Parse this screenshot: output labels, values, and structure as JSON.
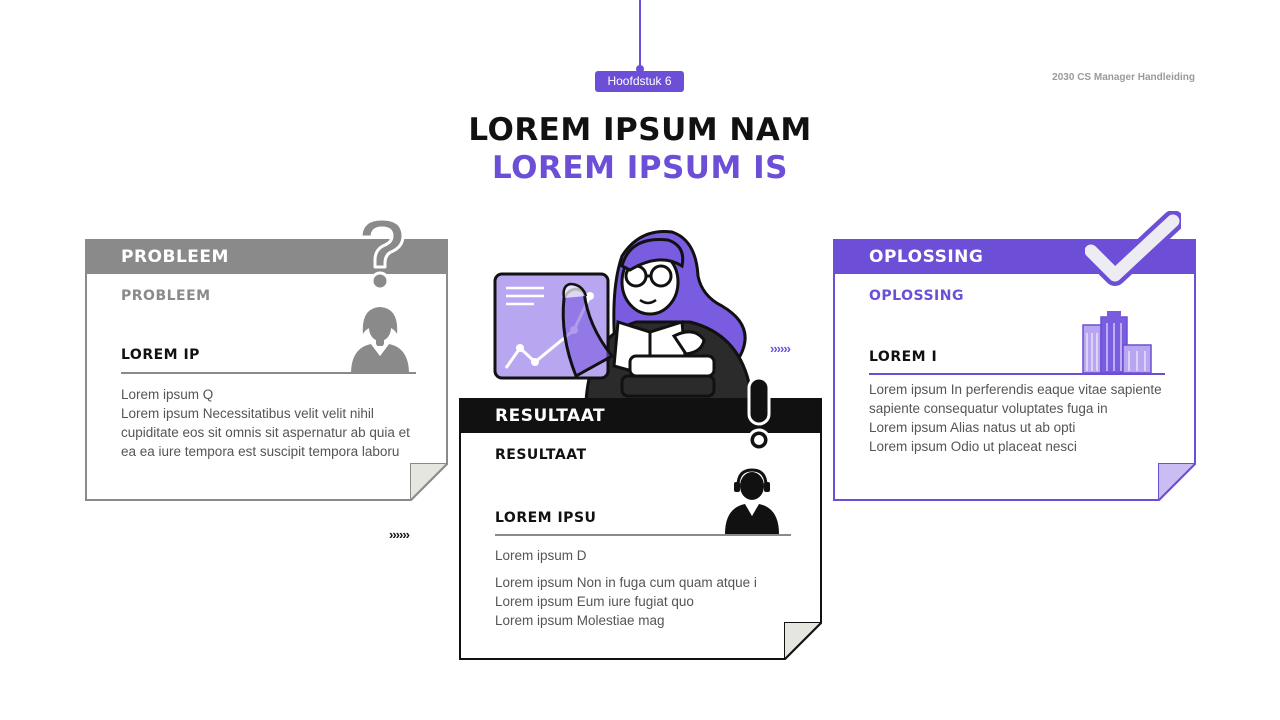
{
  "header": {
    "chapter": "Hoofdstuk 6",
    "doc_title": "2030 CS Manager Handleiding"
  },
  "title": {
    "line1": "LOREM IPSUM NAM",
    "line2": "LOREM IPSUM IS"
  },
  "colors": {
    "accent": "#6c4fd6",
    "gray": "#8a8a8a",
    "dark": "#111111"
  },
  "problem": {
    "header": "PROBLEEM",
    "sub": "PROBLEEM",
    "label": "LOREM IP",
    "lines": [
      "Lorem ipsum Q",
      "Lorem ipsum Necessitatibus velit velit nihil cupiditate eos sit omnis sit aspernatur ab quia et ea ea iure tempora est suscipit tempora laboru"
    ],
    "icon": "question-mark-icon",
    "figure": "businesswoman-icon"
  },
  "result": {
    "header": "RESULTAAT",
    "sub": "RESULTAAT",
    "label": "LOREM IPSU",
    "lines": [
      "Lorem ipsum D",
      "Lorem ipsum Non in fuga cum quam atque i",
      "Lorem ipsum Eum iure fugiat quo",
      "Lorem ipsum Molestiae mag"
    ],
    "icon": "exclamation-icon",
    "figure": "support-agent-icon"
  },
  "solution": {
    "header": "OPLOSSING",
    "sub": "OPLOSSING",
    "label": "LOREM I",
    "lines": [
      "Lorem ipsum In perferendis eaque vitae sapiente sapiente consequatur voluptates fuga in",
      "Lorem ipsum Alias natus ut ab opti",
      "Lorem ipsum Odio ut placeat nesci"
    ],
    "icon": "checkmark-icon",
    "figure": "city-buildings-icon"
  },
  "arrows": {
    "left": "››››››",
    "right": "››››››"
  }
}
